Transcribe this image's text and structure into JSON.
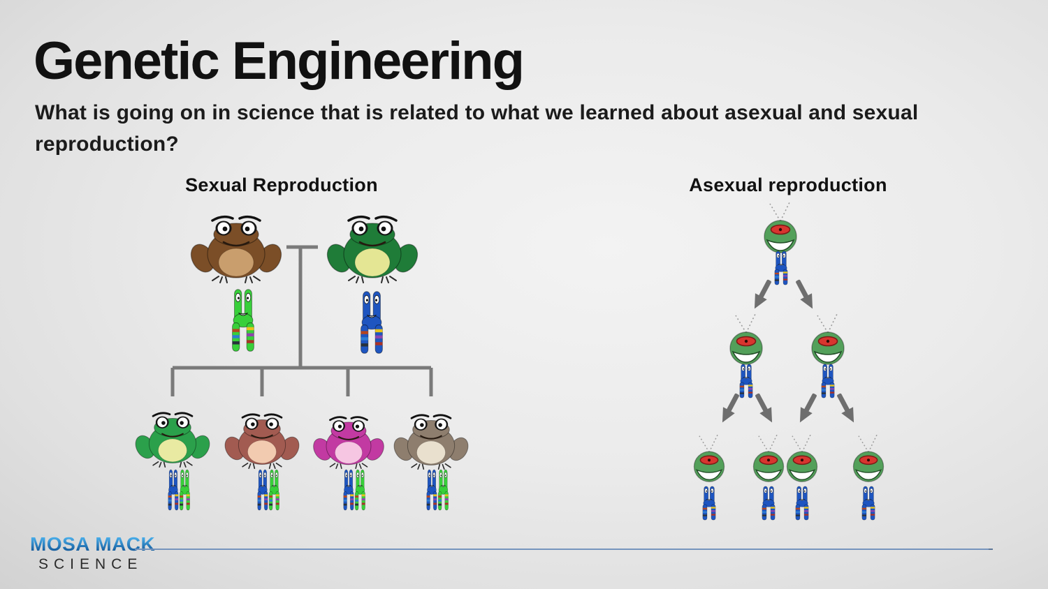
{
  "slide": {
    "title": "Genetic Engineering",
    "subtitle": "What is going on in science that is related to what we learned about asexual and sexual reproduction?"
  },
  "sexual_panel": {
    "heading": "Sexual Reproduction",
    "parents": [
      {
        "label": "brown parent frog",
        "body_color": "#7b4e27",
        "belly_color": "#c99e6d"
      },
      {
        "label": "green parent frog",
        "body_color": "#1f7c38",
        "belly_color": "#e4e694"
      }
    ],
    "parent_chromosomes": [
      {
        "label": "green chromosome",
        "color": "#38cf3a"
      },
      {
        "label": "blue chromosome",
        "color": "#1e55c0"
      }
    ],
    "offspring": [
      {
        "label": "green offspring frog",
        "body_color": "#2ba04b",
        "belly_color": "#e9eaa2"
      },
      {
        "label": "maroon offspring frog",
        "body_color": "#a25b51",
        "belly_color": "#f2cbb0"
      },
      {
        "label": "magenta offspring frog",
        "body_color": "#c23aa2",
        "belly_color": "#f6c6e2"
      },
      {
        "label": "taupe offspring frog",
        "body_color": "#8e7e6e",
        "belly_color": "#e9e0ce"
      }
    ],
    "offspring_chromosome_pair": {
      "left_color": "#1e55c0",
      "right_color": "#38cf3a"
    },
    "offspring_count": 4
  },
  "asexual_panel": {
    "heading": "Asexual reproduction",
    "cell_color": "#53a05a",
    "nucleus_color": "#d8352f",
    "chromosome_color": "#1e55c0",
    "generation_counts": [
      1,
      2,
      4
    ]
  },
  "footer": {
    "logo_line1": "MOSA MACK",
    "logo_line2": "SCIENCE",
    "logo_blue": "#1673c2",
    "rule_color": "#7594bd"
  },
  "theme": {
    "text": "#161616",
    "tree_line": "#7a7a7a",
    "arrow": "#6e6e6e",
    "background_center": "#f3f3f3",
    "background_edge": "#d2d2d2"
  }
}
